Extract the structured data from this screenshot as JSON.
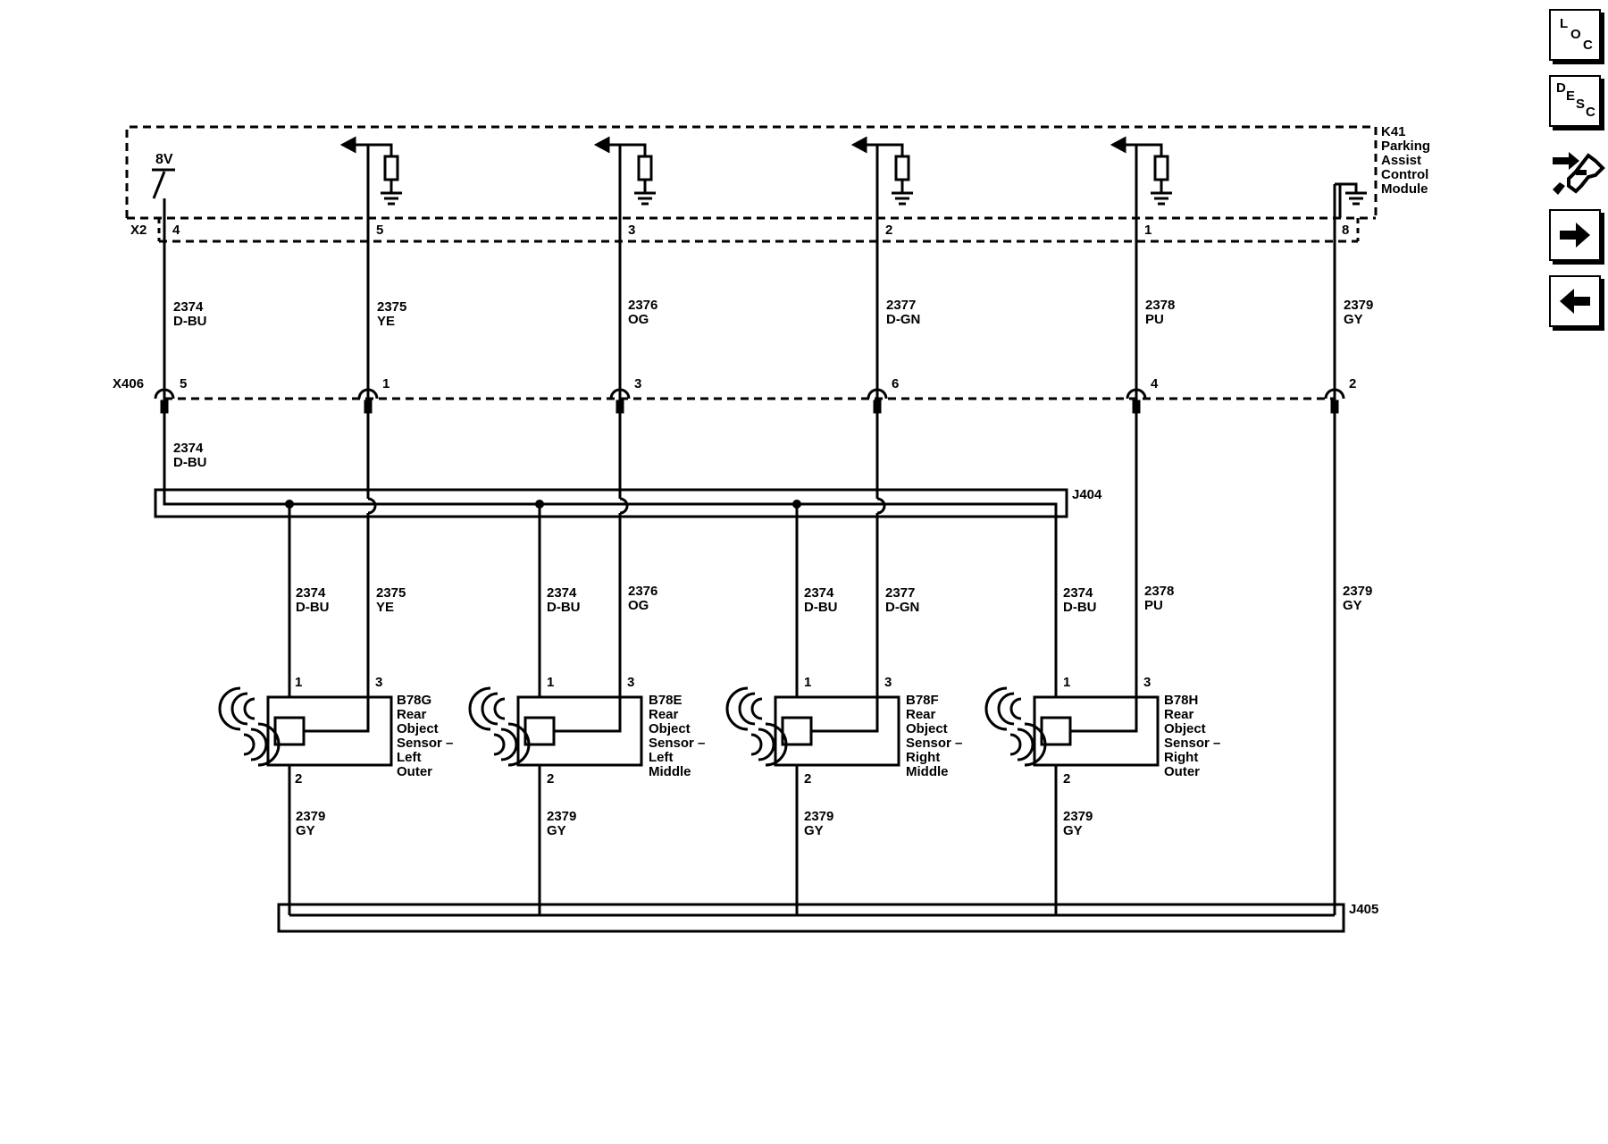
{
  "module": {
    "ref": "K41",
    "name_lines": [
      "Parking",
      "Assist",
      "Control",
      "Module"
    ],
    "connector": "X2",
    "supply": "8V",
    "pins": [
      "4",
      "5",
      "3",
      "2",
      "1",
      "8"
    ]
  },
  "upper_wires": [
    {
      "circuit": "2374",
      "color": "D-BU"
    },
    {
      "circuit": "2375",
      "color": "YE"
    },
    {
      "circuit": "2376",
      "color": "OG"
    },
    {
      "circuit": "2377",
      "color": "D-GN"
    },
    {
      "circuit": "2378",
      "color": "PU"
    },
    {
      "circuit": "2379",
      "color": "GY"
    }
  ],
  "inline_connector": {
    "ref": "X406",
    "pins": [
      "5",
      "1",
      "3",
      "6",
      "4",
      "2"
    ]
  },
  "x406_lower_wire": {
    "circuit": "2374",
    "color": "D-BU"
  },
  "splices": {
    "upper": "J404",
    "lower": "J405"
  },
  "sensors": [
    {
      "ref": "B78G",
      "name_lines": [
        "Rear",
        "Object",
        "Sensor –",
        "Left",
        "Outer"
      ],
      "pin_a": "1",
      "pin_b": "3",
      "pin_gnd": "2",
      "wire_a": {
        "circuit": "2374",
        "color": "D-BU"
      },
      "wire_b": {
        "circuit": "2375",
        "color": "YE"
      },
      "wire_gnd": {
        "circuit": "2379",
        "color": "GY"
      }
    },
    {
      "ref": "B78E",
      "name_lines": [
        "Rear",
        "Object",
        "Sensor –",
        "Left",
        "Middle"
      ],
      "pin_a": "1",
      "pin_b": "3",
      "pin_gnd": "2",
      "wire_a": {
        "circuit": "2374",
        "color": "D-BU"
      },
      "wire_b": {
        "circuit": "2376",
        "color": "OG"
      },
      "wire_gnd": {
        "circuit": "2379",
        "color": "GY"
      }
    },
    {
      "ref": "B78F",
      "name_lines": [
        "Rear",
        "Object",
        "Sensor –",
        "Right",
        "Middle"
      ],
      "pin_a": "1",
      "pin_b": "3",
      "pin_gnd": "2",
      "wire_a": {
        "circuit": "2374",
        "color": "D-BU"
      },
      "wire_b": {
        "circuit": "2377",
        "color": "D-GN"
      },
      "wire_gnd": {
        "circuit": "2379",
        "color": "GY"
      }
    },
    {
      "ref": "B78H",
      "name_lines": [
        "Rear",
        "Object",
        "Sensor –",
        "Right",
        "Outer"
      ],
      "pin_a": "1",
      "pin_b": "3",
      "pin_gnd": "2",
      "wire_a": {
        "circuit": "2374",
        "color": "D-BU"
      },
      "wire_b": {
        "circuit": "2378",
        "color": "PU"
      },
      "wire_gnd": {
        "circuit": "2379",
        "color": "GY"
      }
    }
  ],
  "bypass_wires": [
    {
      "circuit": "2374",
      "color": "D-BU"
    },
    {
      "circuit": "2378",
      "color": "PU"
    },
    {
      "circuit": "2379",
      "color": "GY"
    }
  ],
  "nav": [
    {
      "icon": "loc-icon",
      "letters": [
        "L",
        "O",
        "C"
      ]
    },
    {
      "icon": "desc-icon",
      "letters": [
        "D",
        "E",
        "S",
        "C"
      ]
    },
    {
      "icon": "connector-tool-icon"
    },
    {
      "icon": "arrow-right-icon"
    },
    {
      "icon": "arrow-left-icon"
    }
  ]
}
